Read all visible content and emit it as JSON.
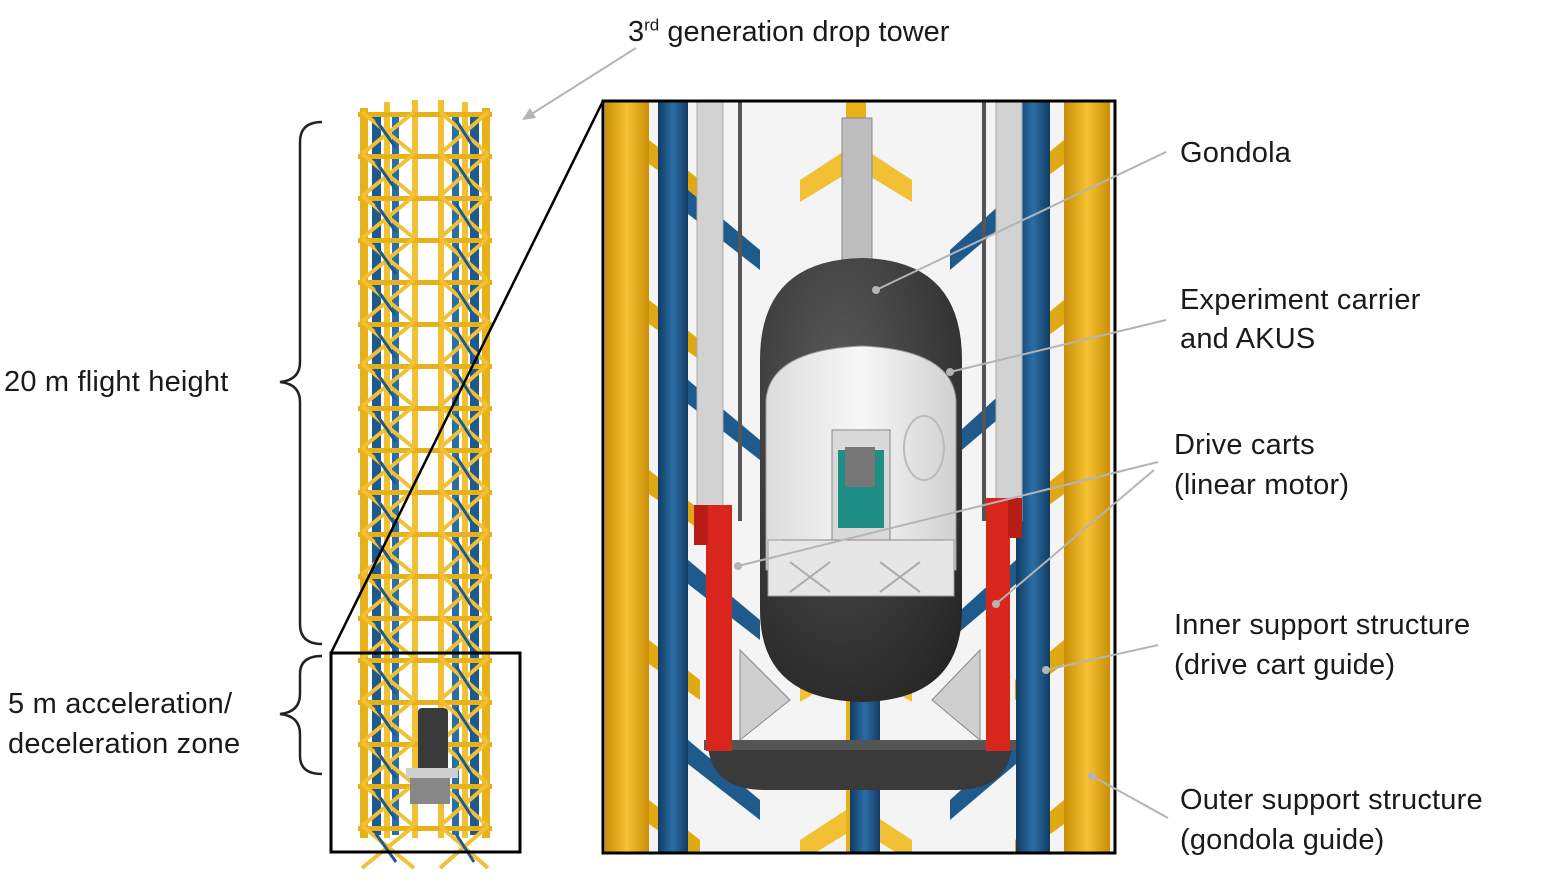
{
  "title": {
    "prefix": "3",
    "superscript": "rd",
    "rest": " generation drop tower"
  },
  "left_labels": {
    "flight_height": "20 m flight height",
    "accel_line1": "5 m acceleration/",
    "accel_line2": "deceleration  zone"
  },
  "right_labels": {
    "gondola": "Gondola",
    "carrier_line1": "Experiment  carrier",
    "carrier_line2": "and AKUS",
    "drive_line1": "Drive carts",
    "drive_line2": "(linear  motor)",
    "inner_line1": "Inner support structure",
    "inner_line2": "(drive cart guide)",
    "outer_line1": "Outer support structure",
    "outer_line2": "(gondola guide)"
  },
  "colors": {
    "yellow_frame": "#e8b11a",
    "blue_frame": "#1f5a8c",
    "red_cart": "#d8261c",
    "gondola_dark": "#3a3a3a",
    "leader_gray": "#b4b4b4"
  }
}
